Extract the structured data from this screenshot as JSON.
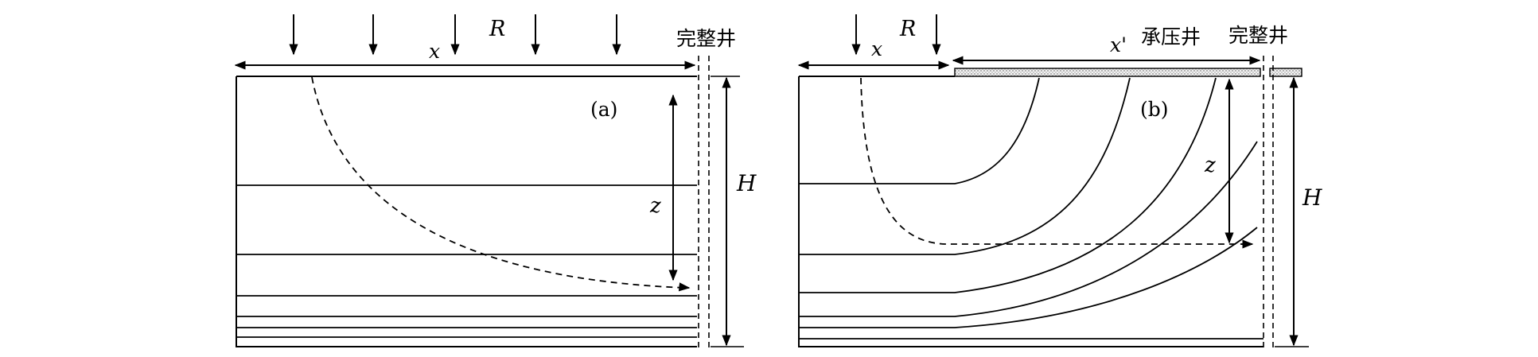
{
  "panel_a": {
    "tag": "(a)",
    "label_R": "R",
    "label_x": "x",
    "label_z": "z",
    "label_H": "H",
    "well_label": "完整井"
  },
  "panel_b": {
    "tag": "(b)",
    "label_R": "R",
    "label_x": "x",
    "label_x_prime": "x'",
    "label_z": "z",
    "label_H": "H",
    "well_label": "完整井",
    "confined_label": "承压井"
  }
}
